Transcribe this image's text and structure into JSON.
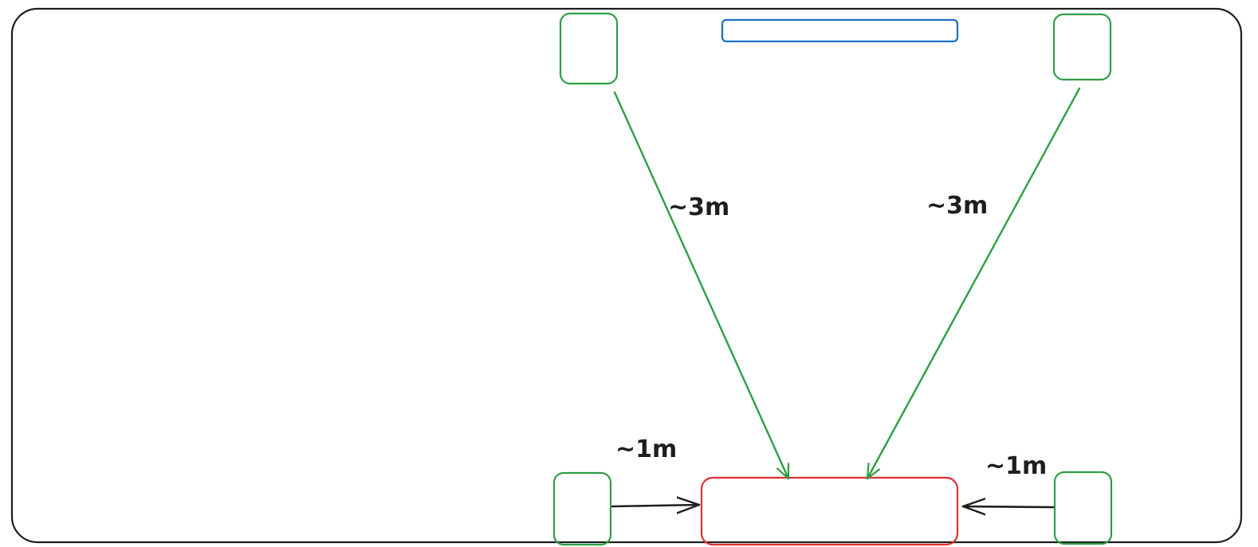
{
  "diagram": {
    "colors": {
      "speaker": "#2f9e44",
      "screen": "#1971c2",
      "seat": "#e03131",
      "room": "#1e1e1e",
      "arrow_black": "#1e1e1e"
    },
    "labels": {
      "front_left_distance": "~3m",
      "front_right_distance": "~3m",
      "side_left_distance": "~1m",
      "side_right_distance": "~1m"
    }
  }
}
